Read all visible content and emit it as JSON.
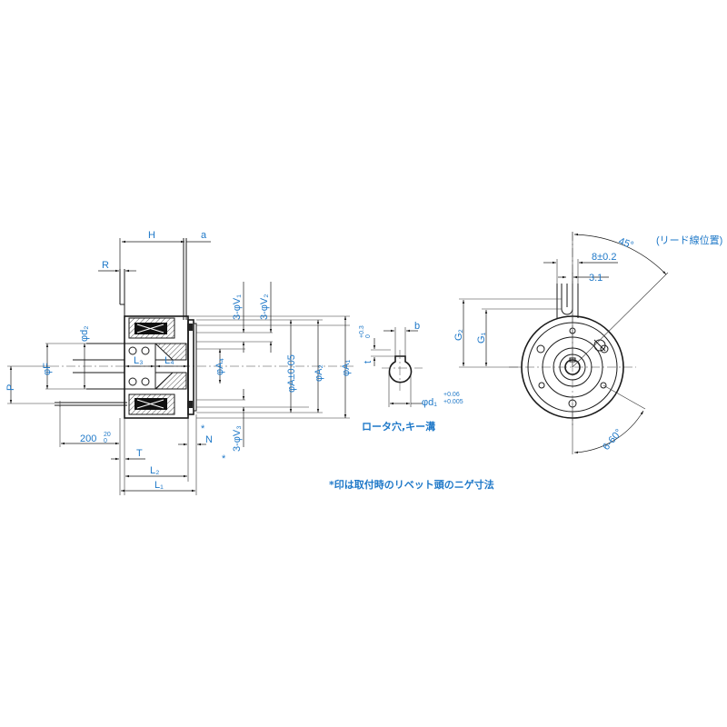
{
  "labels": {
    "H": "H",
    "a": "a",
    "R": "R",
    "phi_d2": "φd₂",
    "phi_F": "φF",
    "P": "P",
    "L3": "L₃",
    "L4": "L₄",
    "phi_A4": "φA₄",
    "phi_A005": "φA±0.05",
    "phi_A2": "φA₂",
    "phi_A1": "φA₁",
    "V1": "3-φV₁",
    "V2": "3-φV₂",
    "V3": "3-φV₃",
    "star_N": "*",
    "N": "N",
    "star_V3": "*",
    "lead_len": "200",
    "lead_tol_upper": "20",
    "lead_tol_lower": "0",
    "T": "T",
    "L2": "L₂",
    "L1": "L₁",
    "t_label": "t",
    "t_tol_upper": "+0.3",
    "t_tol_lower": "0",
    "b": "b",
    "phi_d1": "φd₁",
    "d1_tol_upper": "+0.06",
    "d1_tol_lower": "+0.005",
    "rotor_caption": "ロータ穴,キー溝",
    "G2": "G₂",
    "G1": "G₁",
    "angle_45": "45°",
    "lead_position": "(リード線位置)",
    "dim_8": "8±0.2",
    "dim_3_1": "3.1",
    "dim_6_60": "6-60°",
    "footnote": "*印は取付時のリベット頭のニゲ寸法"
  }
}
